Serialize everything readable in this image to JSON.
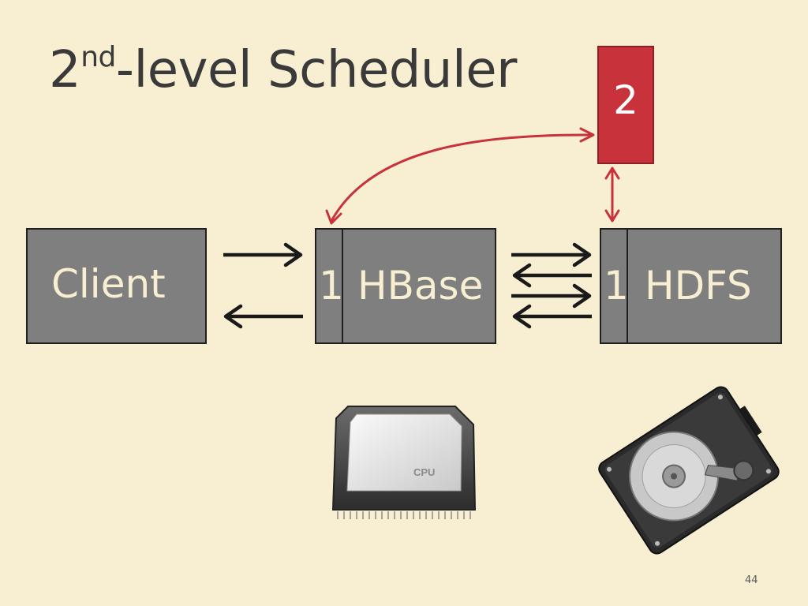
{
  "slide": {
    "title_main": "2",
    "title_sup": "nd",
    "title_rest": "-level Scheduler",
    "page_number": "44"
  },
  "nodes": {
    "client": {
      "label": "Client"
    },
    "hbase": {
      "slot": "1",
      "label": "HBase"
    },
    "hdfs": {
      "slot": "1",
      "label": "HDFS"
    },
    "scheduler": {
      "label": "2"
    }
  },
  "icons": {
    "cpu": {
      "label": "CPU",
      "name": "cpu-chip-icon"
    },
    "disk": {
      "name": "hard-disk-icon"
    }
  },
  "colors": {
    "background": "#f8efd3",
    "box_fill": "#7f7f7f",
    "box_text": "#f8efd3",
    "scheduler_red": "#c8323b",
    "arrow_black": "#1a1a1a"
  }
}
